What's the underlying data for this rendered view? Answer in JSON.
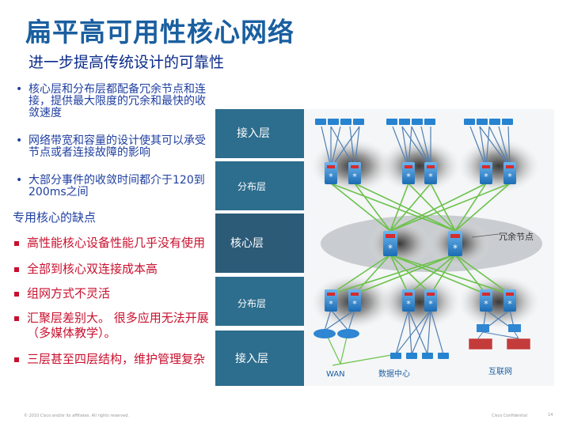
{
  "slide": {
    "title": "扁平高可用性核心网络",
    "subtitle": "进一步提高传统设计的可靠性",
    "bullets_top": [
      "核心层和分布层都配备冗余节点和连接，提供最大限度的冗余和最快的收敛速度",
      "网络带宽和容量的设计使其可以承受节点或者连接故障的影响",
      "大部分事件的收敛时间都介于120到200ms之间"
    ],
    "section_heading": "专用核心的缺点",
    "bullets_red": [
      "高性能核心设备性能几乎没有使用",
      "全部到核心双连接成本高",
      "组网方式不灵活",
      "汇聚层差别大。 很多应用无法开展（多媒体教学）。",
      "三层甚至四层结构，维护管理复杂"
    ],
    "footer_left": "© 2010 Cisco and/or its affiliates. All rights reserved.",
    "footer_right": "Cisco Confidential",
    "page_number": "14"
  },
  "diagram": {
    "layer_labels": [
      "接入层",
      "分布层",
      "核心层",
      "分布层",
      "接入层"
    ],
    "callouts": {
      "redundant": "冗余节点",
      "wan": "WAN",
      "datacenter": "数据中心",
      "internet": "互联网"
    },
    "colors": {
      "title": "#1a5fa0",
      "label_bg": "#2d6d8d",
      "label_core_bg": "#2c5b78",
      "red_text": "#c8102e",
      "link_green": "#6cc24a",
      "switch_blue": "#1f7ac8"
    }
  }
}
